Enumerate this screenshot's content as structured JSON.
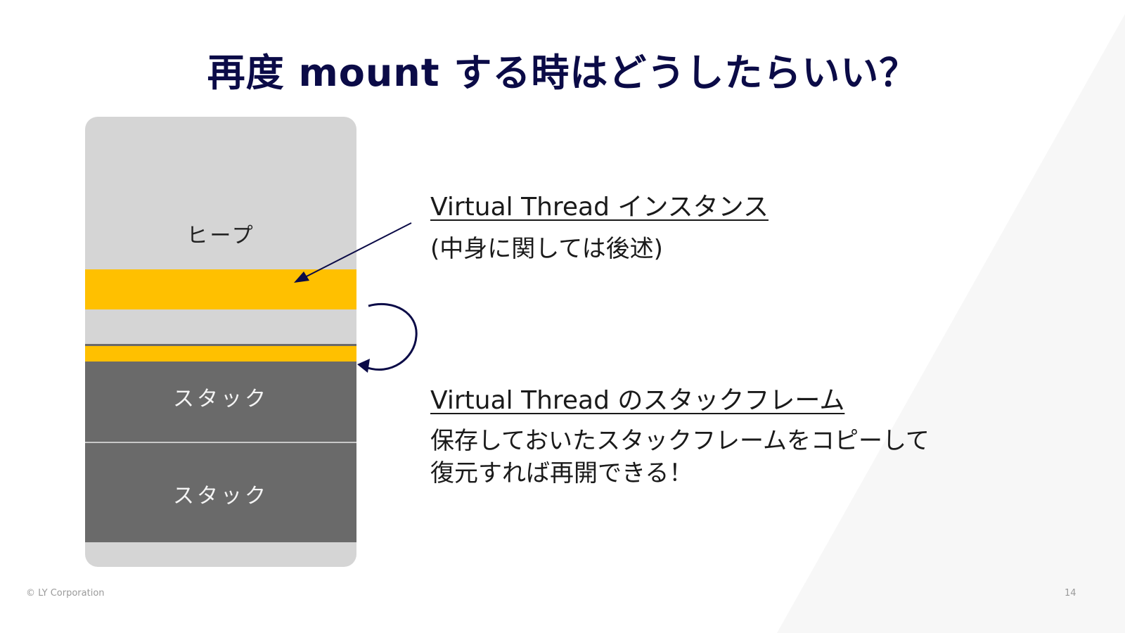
{
  "slide": {
    "title": "再度 mount する時はどうしたらいい？",
    "page_number": "14",
    "copyright": "© LY Corporation"
  },
  "diagram": {
    "heap_label": "ヒープ",
    "stack_labels": [
      "スタック",
      "スタック"
    ],
    "colors": {
      "memory_bg": "#d5d5d5",
      "highlight": "#ffc000",
      "stack": "#6a6a6a",
      "arrow": "#0b0b47"
    }
  },
  "annotations": [
    {
      "heading": "Virtual Thread インスタンス",
      "lines": [
        "(中身に関しては後述)"
      ]
    },
    {
      "heading": "Virtual Thread のスタックフレーム",
      "lines": [
        "保存しておいたスタックフレームをコピーして",
        "復元すれば再開できる！"
      ]
    }
  ],
  "theme": {
    "title_color": "#0b0b47",
    "background_accent": "#f8f8f8"
  }
}
